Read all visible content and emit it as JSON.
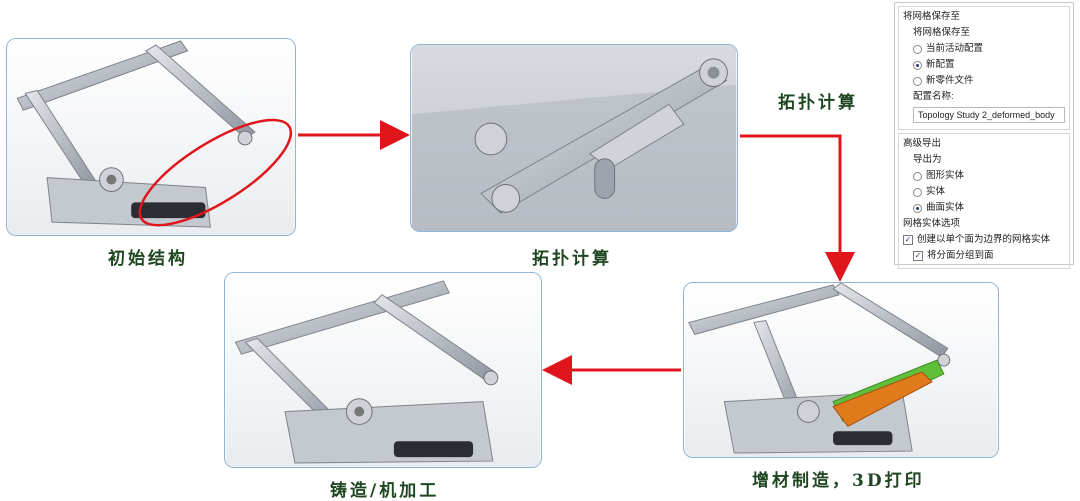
{
  "captions": {
    "initial": "初始结构",
    "topo_caption": "拓扑计算",
    "topo_arrow": "拓扑计算",
    "additive": "增材制造，3D打印",
    "casting": "铸造/机加工"
  },
  "panel": {
    "title": "将网格保存至",
    "subtitle": "将网格保存至",
    "options": [
      {
        "label": "当前活动配置",
        "selected": false
      },
      {
        "label": "新配置",
        "selected": true
      },
      {
        "label": "新零件文件",
        "selected": false
      }
    ],
    "config_name_label": "配置名称:",
    "config_name_value": "Topology Study 2_deformed_body",
    "adv_title": "高级导出",
    "export_as": "导出为",
    "export_options": [
      {
        "label": "图形实体",
        "selected": false
      },
      {
        "label": "实体",
        "selected": false
      },
      {
        "label": "曲面实体",
        "selected": true
      }
    ],
    "mesh_options_title": "网格实体选项",
    "check1": "创建以单个面为边界的网格实体",
    "check2": "将分面分组到面"
  },
  "colors": {
    "arrow": "#e0141b",
    "caption": "#1e4620",
    "frame_border": "#8fb4d6",
    "highlight_green": "#5fbf3a",
    "highlight_orange": "#e07a1a"
  }
}
